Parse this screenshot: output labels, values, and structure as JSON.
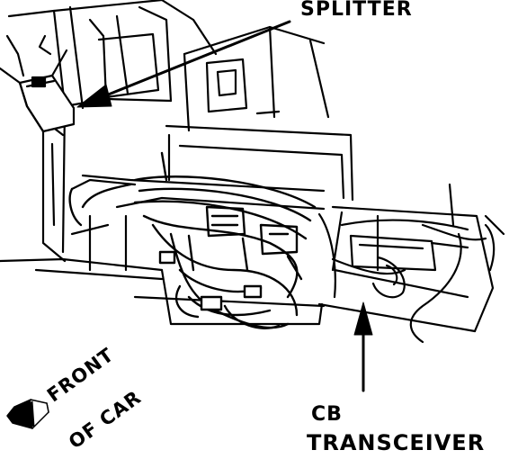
{
  "labels": {
    "splitter": "SPLITTER",
    "cb_line1": "CB",
    "cb_line2": "TRANSCEIVER",
    "front_line1": "FRONT",
    "front_line2": "OF CAR"
  },
  "colors": {
    "ink": "#000000",
    "paper": "#ffffff"
  }
}
